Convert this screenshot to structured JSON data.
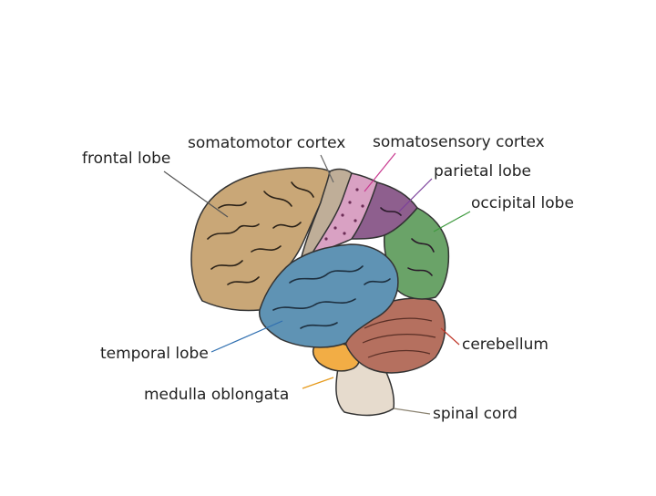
{
  "labels": {
    "frontal_lobe": "frontal lobe",
    "somatomotor_cortex": "somatomotor cortex",
    "somatosensory_cortex": "somatosensory cortex",
    "parietal_lobe": "parietal lobe",
    "occipital_lobe": "occipital lobe",
    "temporal_lobe": "temporal lobe",
    "cerebellum": "cerebellum",
    "medulla_oblongata": "medulla oblongata",
    "spinal_cord": "spinal cord"
  },
  "colors": {
    "frontal": "#c9a777",
    "somatomotor": "#bfae98",
    "somatosensory": "#d9a1c3",
    "parietal": "#8e5f8e",
    "occipital": "#6aa368",
    "temporal": "#5f93b4",
    "cerebellum": "#b5705f",
    "medulla": "#f2ad45",
    "spinal": "#e6dbcd",
    "leader_frontal": "#555555",
    "leader_somatomotor": "#666666",
    "leader_somatosensory": "#c8388f",
    "leader_parietal": "#7b3f9a",
    "leader_occipital": "#3f9a3f",
    "leader_temporal": "#2f6fb0",
    "leader_cerebellum": "#c0392b",
    "leader_medulla": "#e69a1b",
    "leader_spinal": "#8a8270"
  }
}
